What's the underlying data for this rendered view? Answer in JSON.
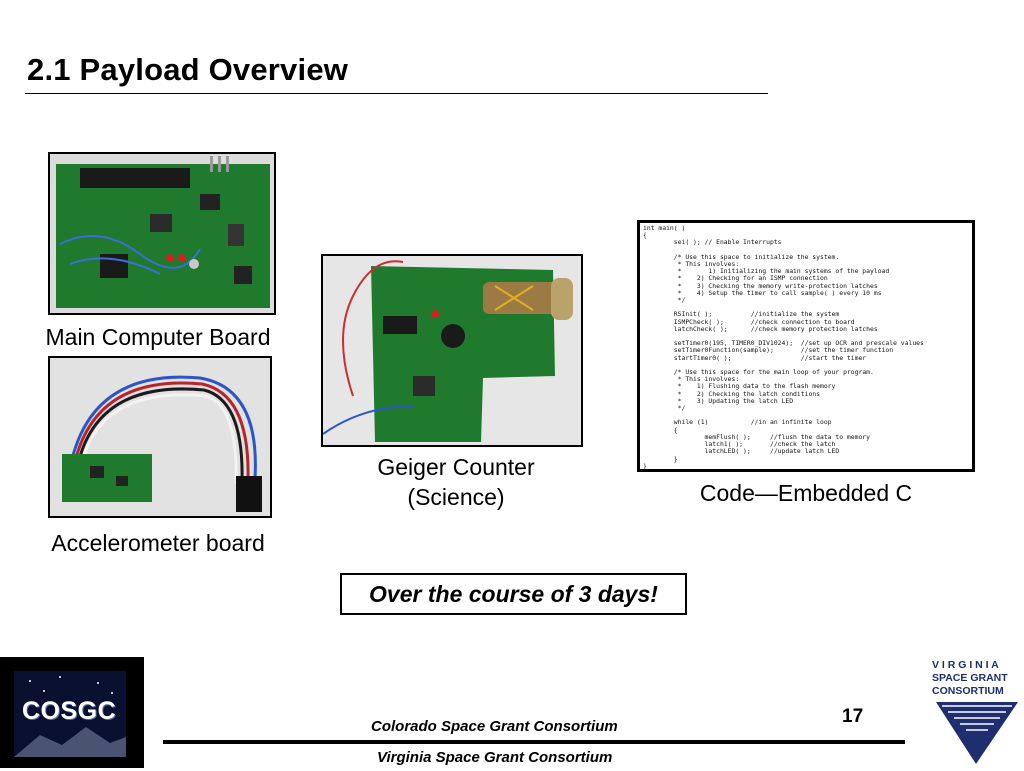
{
  "slide": {
    "title": "2.1 Payload Overview",
    "callout": "Over the course of 3 days!",
    "page_number": "17"
  },
  "captions": {
    "main_board": "Main Computer Board",
    "accelerometer": "Accelerometer board",
    "geiger_line1": "Geiger Counter",
    "geiger_line2": "(Science)",
    "code": "Code—Embedded C"
  },
  "code_listing": "int main( )\n{\n        sei( ); // Enable Interrupts\n\n        /* Use this space to initialize the system.\n         * This involves:\n         *       1) Initializing the main systems of the payload\n         *    2) Checking for an ISMP connection\n         *    3) Checking the memory write-protection latches\n         *    4) Setup the timer to call sample( ) every 10 ms\n         */\n\n        RSInit( );          //initialize the system\n        ISMPCheck( );       //check connection to board\n        latchCheck( );      //check memory protection latches\n\n        setTimer0(195, TIMER0_DIV1024);  //set up OCR and prescale values\n        setTimer0Function(sample);       //set the timer function\n        startTimer0( );                  //start the timer\n\n        /* Use this space for the main loop of your program.\n         * This involves:\n         *    1) Flushing data to the flash memory\n         *    2) Checking the latch conditions\n         *    3) Updating the latch LED\n         */\n\n        while (1)           //in an infinite loop\n        {\n                memFlush( );     //flush the data to memory\n                latch1( );       //check the latch\n                latchLED( );     //update latch LED\n        }\n}",
  "footer": {
    "line1": "Colorado Space Grant Consortium",
    "line2": "Virginia Space Grant Consortium"
  },
  "logos": {
    "cosgc_text": "COSGC",
    "vsgc_line1": "V I R G I N I A",
    "vsgc_line2": "SPACE GRANT",
    "vsgc_line3": "CONSORTIUM"
  },
  "colors": {
    "pcb_green": "#1f7a2e",
    "vsgc_blue": "#1e2e6e"
  }
}
